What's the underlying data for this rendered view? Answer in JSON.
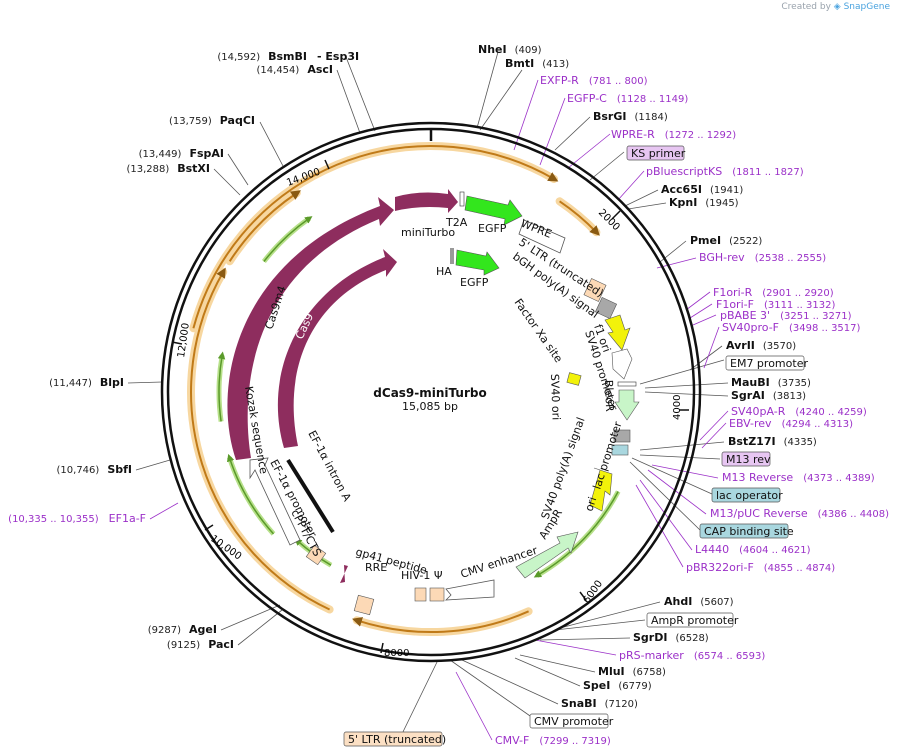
{
  "credit": {
    "prefix": "Created by",
    "brand": "SnapGene"
  },
  "plasmid": {
    "name": "dCas9-miniTurbo",
    "size_label": "15,085 bp",
    "length": 15085
  },
  "ticks": [
    "2000",
    "4000",
    "6000",
    "8000",
    "10,000",
    "12,000",
    "14,000"
  ],
  "restriction_sites": [
    {
      "name": "NheI",
      "pos": "(409)"
    },
    {
      "name": "BmtI",
      "pos": "(413)"
    },
    {
      "name": "BsrGI",
      "pos": "(1184)"
    },
    {
      "name": "Acc65I",
      "pos": "(1941)"
    },
    {
      "name": "KpnI",
      "pos": "(1945)"
    },
    {
      "name": "PmeI",
      "pos": "(2522)"
    },
    {
      "name": "AvrII",
      "pos": "(3570)"
    },
    {
      "name": "MauBI",
      "pos": "(3735)"
    },
    {
      "name": "SgrAI",
      "pos": "(3813)"
    },
    {
      "name": "BstZ17I",
      "pos": "(4335)"
    },
    {
      "name": "AhdI",
      "pos": "(5607)"
    },
    {
      "name": "SgrDI",
      "pos": "(6528)"
    },
    {
      "name": "MluI",
      "pos": "(6758)"
    },
    {
      "name": "SpeI",
      "pos": "(6779)"
    },
    {
      "name": "SnaBI",
      "pos": "(7120)"
    },
    {
      "name": "AgeI",
      "pos": "(9287)"
    },
    {
      "name": "PacI",
      "pos": "(9125)"
    },
    {
      "name": "SbfI",
      "pos": "(10,746)"
    },
    {
      "name": "BlpI",
      "pos": "(11,447)"
    },
    {
      "name": "BstXI",
      "pos": "(13,288)"
    },
    {
      "name": "FspAI",
      "pos": "(13,449)"
    },
    {
      "name": "PaqCI",
      "pos": "(13,759)"
    },
    {
      "name": "AscI",
      "pos": "(14,454)"
    },
    {
      "name": "BsmBI",
      "pos": "(14,592)"
    },
    {
      "name": "- Esp3I",
      "pos": ""
    }
  ],
  "primers": [
    {
      "name": "EXFP-R",
      "pos": "(781 .. 800)"
    },
    {
      "name": "EGFP-C",
      "pos": "(1128 .. 1149)"
    },
    {
      "name": "WPRE-R",
      "pos": "(1272 .. 1292)"
    },
    {
      "name": "pBluescriptKS",
      "pos": "(1811 .. 1827)"
    },
    {
      "name": "BGH-rev",
      "pos": "(2538 .. 2555)"
    },
    {
      "name": "F1ori-R",
      "pos": "(2901 .. 2920)"
    },
    {
      "name": "F1ori-F",
      "pos": "(3111 .. 3132)"
    },
    {
      "name": "pBABE 3'",
      "pos": "(3251 .. 3271)"
    },
    {
      "name": "SV40pro-F",
      "pos": "(3498 .. 3517)"
    },
    {
      "name": "SV40pA-R",
      "pos": "(4240 .. 4259)"
    },
    {
      "name": "EBV-rev",
      "pos": "(4294 .. 4313)"
    },
    {
      "name": "M13 Reverse",
      "pos": "(4373 .. 4389)"
    },
    {
      "name": "M13/pUC Reverse",
      "pos": "(4386 .. 4408)"
    },
    {
      "name": "L4440",
      "pos": "(4604 .. 4621)"
    },
    {
      "name": "pBR322ori-F",
      "pos": "(4855 .. 4874)"
    },
    {
      "name": "pRS-marker",
      "pos": "(6574 .. 6593)"
    },
    {
      "name": "CMV-F",
      "pos": "(7299 .. 7319)"
    },
    {
      "name": "EF1a-F",
      "pos": "(10,335 .. 10,355)"
    }
  ],
  "boxed_labels": [
    {
      "text": "KS primer",
      "fill": "#e7c6f2"
    },
    {
      "text": "EM7 promoter",
      "fill": "#ffffff"
    },
    {
      "text": "M13 rev",
      "fill": "#e7c6f2"
    },
    {
      "text": "lac operator",
      "fill": "#a9d7df"
    },
    {
      "text": "CAP binding site",
      "fill": "#a9d7df"
    },
    {
      "text": "AmpR promoter",
      "fill": "#ffffff"
    },
    {
      "text": "CMV promoter",
      "fill": "#ffffff"
    },
    {
      "text": "5' LTR (truncated)",
      "fill": "#fce0c4"
    }
  ],
  "feature_labels": [
    "T2A",
    "EGFP",
    "WPRE",
    "miniTurbo",
    "HA",
    "EGFP",
    "5' LTR (truncated)",
    "bGH poly(A) signal",
    "f1 ori",
    "SV40 promoter",
    "Factor Xa site",
    "SV40 ori",
    "BleoR",
    "SV40 poly(A) signal",
    "lac promoter",
    "ori",
    "AmpR",
    "CMV enhancer",
    "HIV-1 Ψ",
    "RRE",
    "gp41 peptide",
    "cPPT/CTS",
    "EF-1α promoter",
    "EF-1α intron A",
    "Kozak sequence",
    "Cas9m4",
    "Cas9"
  ],
  "colors": {
    "backbone": "#111111",
    "cas": "#8e2d5e",
    "egfp": "#33e61d",
    "ori": "#f2f20a",
    "ampr": "#c8f5c8",
    "bleor": "#c8f5c8",
    "ltr": "#fcd9b6",
    "gray": "#a8a8a8",
    "orf_fill": "#f7d7a0",
    "orf_edge": "#d98a1a",
    "inner_orf": "#5a9a2a",
    "primer": "#9b30c8"
  }
}
